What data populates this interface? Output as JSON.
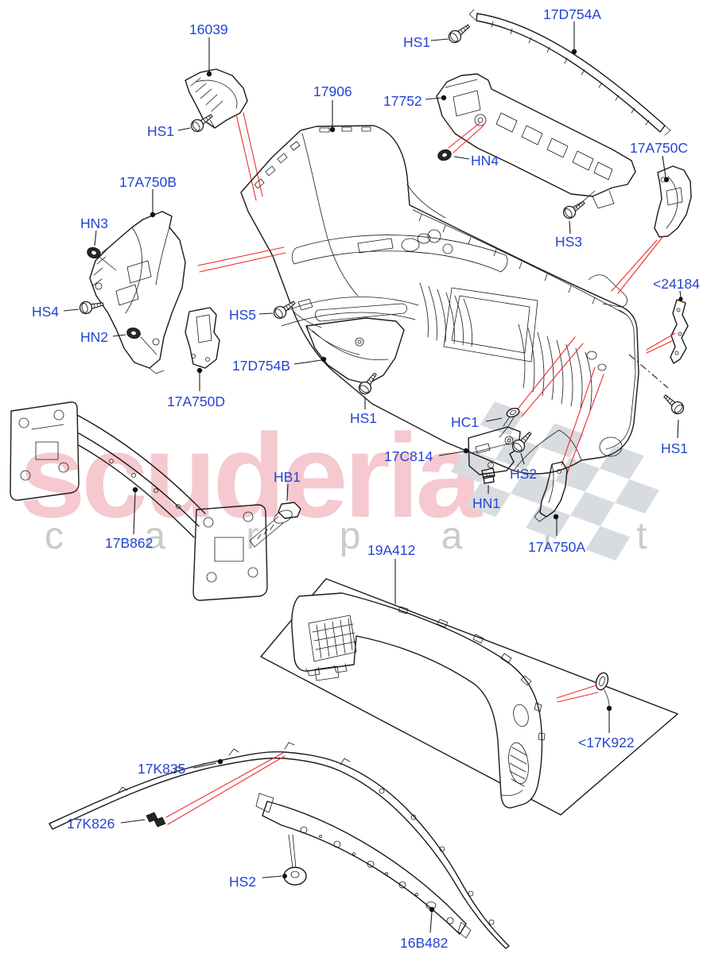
{
  "diagram": {
    "type": "exploded-parts-diagram",
    "subject": "rear bumper assembly",
    "labels": {
      "k16039": "16039",
      "k17D754A": "17D754A",
      "kHS1": "HS1",
      "k17906": "17906",
      "k17752": "17752",
      "kHN4": "HN4",
      "k17A750C": "17A750C",
      "kHS3": "HS3",
      "k24184": "<24184",
      "k17A750B": "17A750B",
      "kHN3": "HN3",
      "kHS4": "HS4",
      "kHN2": "HN2",
      "kHS5": "HS5",
      "k17A750D": "17A750D",
      "k17D754B": "17D754B",
      "kHC1": "HC1",
      "k17C814": "17C814",
      "kHS2": "HS2",
      "kHN1": "HN1",
      "k17A750A": "17A750A",
      "kHB1": "HB1",
      "k17B862": "17B862",
      "k19A412": "19A412",
      "k17K922": "<17K922",
      "k17K835": "17K835",
      "k17K826": "17K826",
      "k16B482": "16B482"
    }
  },
  "watermark": {
    "brand": "scuderia",
    "subtext": "c a r p a r t s",
    "brand_color": "#f5c9cf",
    "subtext_color": "#cbcbcb",
    "checker_color": "#d8dbdf"
  },
  "colors": {
    "label_blue": "#2444d3",
    "line_black": "#1b1b1b",
    "leader_red": "#ef2b2b",
    "background": "#ffffff"
  }
}
